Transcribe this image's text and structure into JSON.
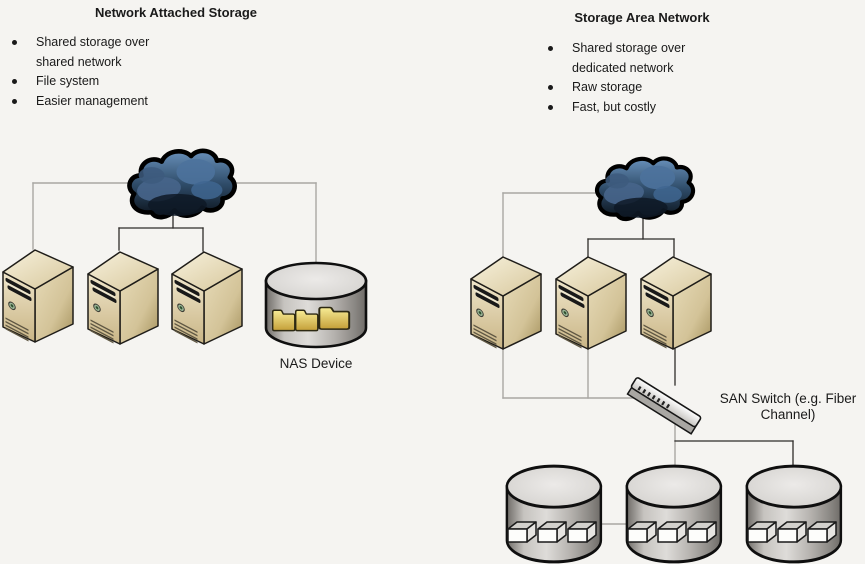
{
  "diagrams": {
    "nas": {
      "title": "Network Attached Storage",
      "bullets": [
        "Shared storage over\nshared network",
        "File system",
        "Easier management"
      ],
      "device_label": "NAS Device",
      "icons": {
        "cloud": "network-cloud",
        "servers": "server-tower (x3)",
        "storage": "storage-cylinder-with-folders"
      }
    },
    "san": {
      "title": "Storage Area Network",
      "bullets": [
        "Shared storage over\ndedicated network",
        "Raw storage",
        "Fast, but costly"
      ],
      "switch_label": "SAN Switch (e.g. Fiber\nChannel)",
      "icons": {
        "cloud": "network-cloud",
        "servers": "server-tower (x3)",
        "switch": "san-switch-box",
        "storage_arrays": "storage-cylinder-with-blocks (x3)"
      }
    }
  },
  "colors": {
    "background": "#f5f4f1",
    "cloud_fill": "#2f4c69",
    "cloud_outline": "#000000",
    "server_body": "#dccfa8",
    "cylinder_body": "#c9c6c2",
    "folder_gold": "#e3c95f",
    "block_white": "#fdfdfb",
    "connector_gray": "#a9a7a3",
    "connector_dark": "#2e2c29",
    "text": "#1a1a1a"
  }
}
